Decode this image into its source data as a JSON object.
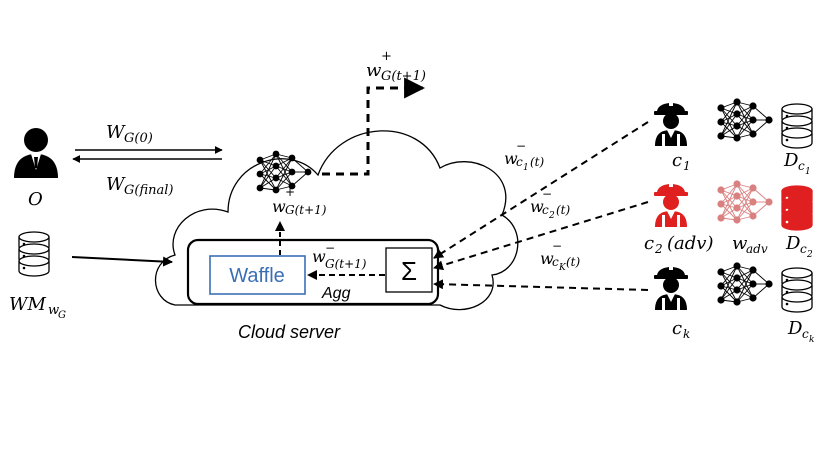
{
  "actors": {
    "owner_label": "O",
    "watermark_set_label_main": "WM",
    "watermark_set_label_sub": "w",
    "watermark_set_label_subsub": "G"
  },
  "server": {
    "label": "Cloud server",
    "aggregator_label": "Agg",
    "waffle_label": "Waffle",
    "sum_symbol": "Σ"
  },
  "weights": {
    "w_g0_main": "W",
    "w_g0_sub": "G(0)",
    "w_gfinal_main": "W",
    "w_gfinal_sub": "G(final)",
    "w_plus_out_main": "w",
    "w_plus_out_sup": "+",
    "w_plus_out_sub": "G(t+1)",
    "w_plus_in_main": "w",
    "w_plus_in_sup": "+",
    "w_plus_in_sub": "G(t+1)",
    "w_minus_agg_main": "w",
    "w_minus_agg_sup": "−",
    "w_minus_agg_sub": "G(t+1)",
    "w_c1_main": "w",
    "w_c1_sup": "−",
    "w_c1_sub": "c",
    "w_c1_subsub": "1",
    "w_c1_tail": "(t)",
    "w_c2_main": "w",
    "w_c2_sup": "−",
    "w_c2_sub": "c",
    "w_c2_subsub": "2",
    "w_c2_tail": "(t)",
    "w_ck_main": "w",
    "w_ck_sup": "−",
    "w_ck_sub": "c",
    "w_ck_subsub": "K",
    "w_ck_tail": "(t)"
  },
  "clients": [
    {
      "label_main": "c",
      "label_sub": "1",
      "data_main": "D",
      "data_sub": "c",
      "data_subsub": "1"
    },
    {
      "label_main": "c",
      "label_sub": "2",
      "label_tail": "(adv)",
      "extra_main": "w",
      "extra_sub": "adv",
      "data_main": "D",
      "data_sub": "c",
      "data_subsub": "2"
    },
    {
      "label_main": "c",
      "label_sub": "k",
      "data_main": "D",
      "data_sub": "c",
      "data_subsub": "k"
    }
  ],
  "colors": {
    "adversary": "#e02020",
    "adversary_net": "#d98080",
    "waffle": "#3a6fb5",
    "ink": "#000000"
  }
}
